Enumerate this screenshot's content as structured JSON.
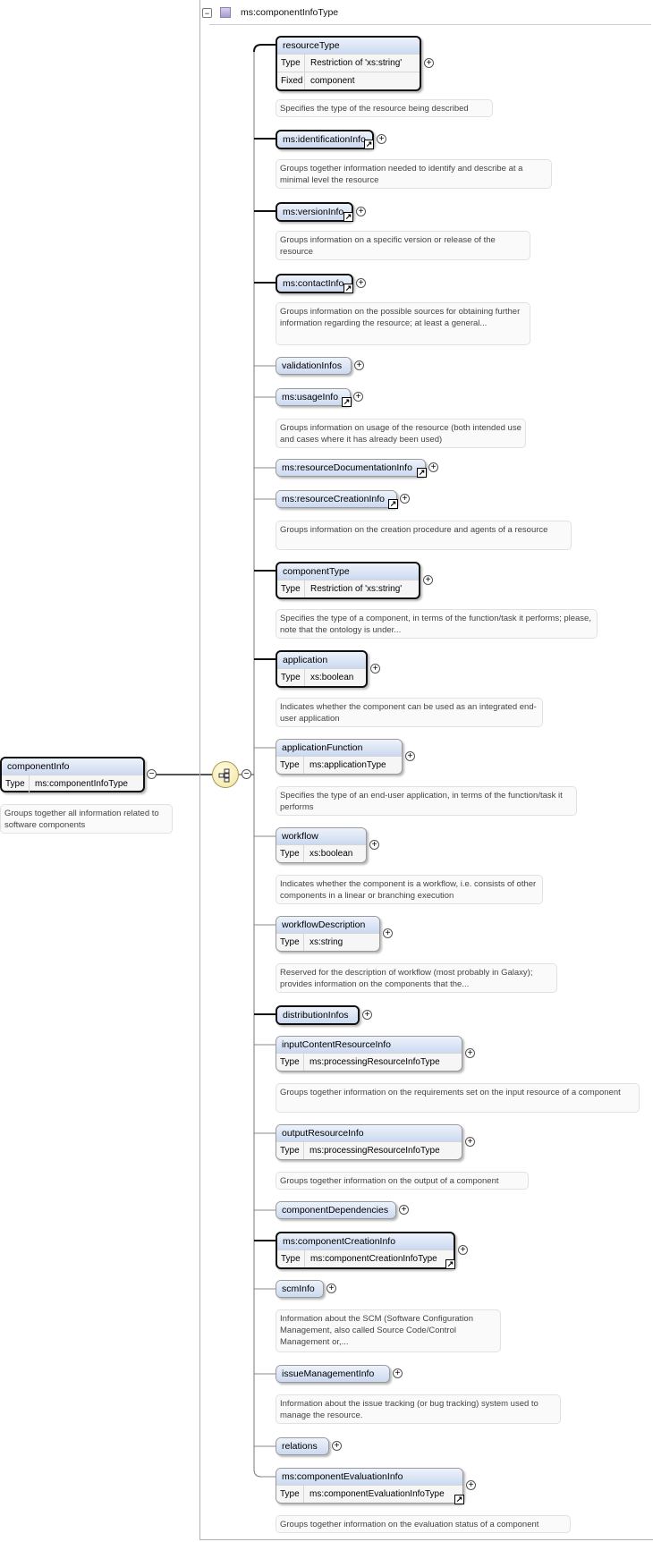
{
  "type_header": {
    "collapse_glyph": "−",
    "type_name": "ms:componentInfoType"
  },
  "root": {
    "name": "componentInfo",
    "type_label": "Type",
    "type_value": "ms:componentInfoType",
    "collapse_glyph": "−",
    "doc": "Groups together all information related to software components"
  },
  "sequence": {
    "collapse_glyph": "−"
  },
  "glyphs": {
    "expand": "+",
    "ref": "↗"
  },
  "children": [
    {
      "name": "resourceType",
      "required": true,
      "rows": [
        {
          "k": "Type",
          "v": "Restriction of 'xs:string'"
        },
        {
          "k": "Fixed",
          "v": "component"
        }
      ],
      "doc": "Specifies the type of the resource being described"
    },
    {
      "name": "ms:identificationInfo",
      "required": true,
      "ref": true,
      "doc": "Groups together information needed to identify and describe at a minimal level the resource"
    },
    {
      "name": "ms:versionInfo",
      "required": true,
      "ref": true,
      "doc": "Groups information on a specific version or release of the resource"
    },
    {
      "name": "ms:contactInfo",
      "required": true,
      "ref": true,
      "doc": "Groups information on the possible sources for obtaining further information regarding the resource; at least a general..."
    },
    {
      "name": "validationInfos",
      "required": false
    },
    {
      "name": "ms:usageInfo",
      "required": false,
      "ref": true,
      "doc": "Groups information on usage of the resource (both intended use and cases where it has already been used)"
    },
    {
      "name": "ms:resourceDocumentationInfo",
      "required": false,
      "ref": true
    },
    {
      "name": "ms:resourceCreationInfo",
      "required": false,
      "ref": true,
      "doc": "Groups information on the creation procedure and agents of a resource"
    },
    {
      "name": "componentType",
      "required": true,
      "rows": [
        {
          "k": "Type",
          "v": "Restriction of 'xs:string'"
        }
      ],
      "doc": "Specifies the type of a component, in terms of the function/task it performs; please, note that the ontology is under..."
    },
    {
      "name": "application",
      "required": true,
      "rows": [
        {
          "k": "Type",
          "v": "xs:boolean"
        }
      ],
      "doc": "Indicates whether the component can be used as an integrated end-user application"
    },
    {
      "name": "applicationFunction",
      "required": false,
      "rows": [
        {
          "k": "Type",
          "v": "ms:applicationType"
        }
      ],
      "doc": "Specifies the type of an end-user application, in terms of the function/task it performs"
    },
    {
      "name": "workflow",
      "required": false,
      "rows": [
        {
          "k": "Type",
          "v": "xs:boolean"
        }
      ],
      "doc": "Indicates whether the component is a workflow, i.e. consists of other components in a linear or branching execution"
    },
    {
      "name": "workflowDescription",
      "required": false,
      "rows": [
        {
          "k": "Type",
          "v": "xs:string"
        }
      ],
      "doc": "Reserved for the description of workflow (most probably in Galaxy); provides information on the components that the..."
    },
    {
      "name": "distributionInfos",
      "required": true
    },
    {
      "name": "inputContentResourceInfo",
      "required": false,
      "rows": [
        {
          "k": "Type",
          "v": "ms:processingResourceInfoType"
        }
      ],
      "doc": "Groups together information on the requirements set on the input resource of a component"
    },
    {
      "name": "outputResourceInfo",
      "required": false,
      "rows": [
        {
          "k": "Type",
          "v": "ms:processingResourceInfoType"
        }
      ],
      "doc": "Groups together information on the output of a component"
    },
    {
      "name": "componentDependencies",
      "required": false
    },
    {
      "name": "ms:componentCreationInfo",
      "required": true,
      "ref": true,
      "rows": [
        {
          "k": "Type",
          "v": "ms:componentCreationInfoType"
        }
      ]
    },
    {
      "name": "scmInfo",
      "required": false,
      "doc": "Information about the SCM (Software Configuration Management, also called Source Code/Control Management or,..."
    },
    {
      "name": "issueManagementInfo",
      "required": false,
      "doc": "Information about the issue tracking (or bug tracking) system used to manage the resource."
    },
    {
      "name": "relations",
      "required": false
    },
    {
      "name": "ms:componentEvaluationInfo",
      "required": false,
      "ref": true,
      "rows": [
        {
          "k": "Type",
          "v": "ms:componentEvaluationInfoType"
        }
      ],
      "doc": "Groups together information on the evaluation status of a component"
    }
  ]
}
